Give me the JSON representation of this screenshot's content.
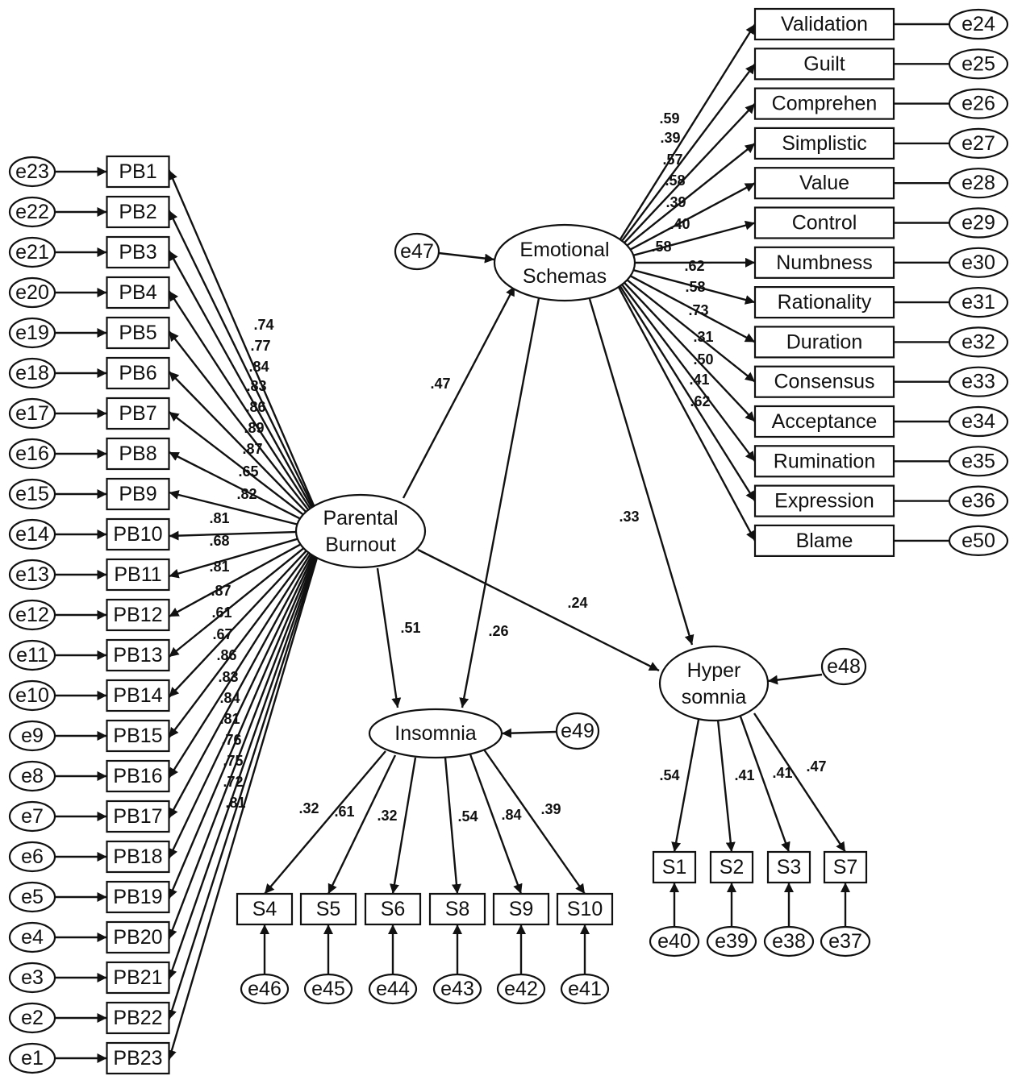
{
  "latents": {
    "pb_line1": "Parental",
    "pb_line2": "Burnout",
    "es_line1": "Emotional",
    "es_line2": "Schemas",
    "ins": "Insomnia",
    "hyp_line1": "Hyper",
    "hyp_line2": "somnia"
  },
  "pb_items": [
    {
      "name": "PB1",
      "err": "e23",
      "coef": ".74"
    },
    {
      "name": "PB2",
      "err": "e22",
      "coef": ".77"
    },
    {
      "name": "PB3",
      "err": "e21",
      "coef": ".84"
    },
    {
      "name": "PB4",
      "err": "e20",
      "coef": ".83"
    },
    {
      "name": "PB5",
      "err": "e19",
      "coef": ".86"
    },
    {
      "name": "PB6",
      "err": "e18",
      "coef": ".89"
    },
    {
      "name": "PB7",
      "err": "e17",
      "coef": ".87"
    },
    {
      "name": "PB8",
      "err": "e16",
      "coef": ".65"
    },
    {
      "name": "PB9",
      "err": "e15",
      "coef": ".82"
    },
    {
      "name": "PB10",
      "err": "e14",
      "coef": ".81"
    },
    {
      "name": "PB11",
      "err": "e13",
      "coef": ".68"
    },
    {
      "name": "PB12",
      "err": "e12",
      "coef": ".81"
    },
    {
      "name": "PB13",
      "err": "e11",
      "coef": ".87"
    },
    {
      "name": "PB14",
      "err": "e10",
      "coef": ".61"
    },
    {
      "name": "PB15",
      "err": "e9",
      "coef": ".67"
    },
    {
      "name": "PB16",
      "err": "e8",
      "coef": ".86"
    },
    {
      "name": "PB17",
      "err": "e7",
      "coef": ".83"
    },
    {
      "name": "PB18",
      "err": "e6",
      "coef": ".84"
    },
    {
      "name": "PB19",
      "err": "e5",
      "coef": ".81"
    },
    {
      "name": "PB20",
      "err": "e4",
      "coef": ".76"
    },
    {
      "name": "PB21",
      "err": "e3",
      "coef": ".75"
    },
    {
      "name": "PB22",
      "err": "e2",
      "coef": ".72"
    },
    {
      "name": "PB23",
      "err": "e1",
      "coef": ".81"
    }
  ],
  "es_items": [
    {
      "name": "Validation",
      "err": "e24",
      "coef": ".59"
    },
    {
      "name": "Guilt",
      "err": "e25",
      "coef": ".39"
    },
    {
      "name": "Comprehen",
      "err": "e26",
      "coef": ".57"
    },
    {
      "name": "Simplistic",
      "err": "e27",
      "coef": ".58"
    },
    {
      "name": "Value",
      "err": "e28",
      "coef": ".39"
    },
    {
      "name": "Control",
      "err": "e29",
      "coef": ".40"
    },
    {
      "name": "Numbness",
      "err": "e30",
      "coef": ".58"
    },
    {
      "name": "Rationality",
      "err": "e31",
      "coef": ".62"
    },
    {
      "name": "Duration",
      "err": "e32",
      "coef": ".58"
    },
    {
      "name": "Consensus",
      "err": "e33",
      "coef": ".73"
    },
    {
      "name": "Acceptance",
      "err": "e34",
      "coef": ".31"
    },
    {
      "name": "Rumination",
      "err": "e35",
      "coef": ".50"
    },
    {
      "name": "Expression",
      "err": "e36",
      "coef": ".41"
    },
    {
      "name": "Blame",
      "err": "e50",
      "coef": ".62"
    }
  ],
  "ins_items": [
    {
      "name": "S4",
      "err": "e46",
      "coef": ".32"
    },
    {
      "name": "S5",
      "err": "e45",
      "coef": ".61"
    },
    {
      "name": "S6",
      "err": "e44",
      "coef": ".32"
    },
    {
      "name": "S8",
      "err": "e43",
      "coef": ".54"
    },
    {
      "name": "S9",
      "err": "e42",
      "coef": ".84"
    },
    {
      "name": "S10",
      "err": "e41",
      "coef": ".39"
    }
  ],
  "hyp_items": [
    {
      "name": "S1",
      "err": "e40",
      "coef": ".54"
    },
    {
      "name": "S2",
      "err": "e39",
      "coef": ".41"
    },
    {
      "name": "S3",
      "err": "e38",
      "coef": ".41"
    },
    {
      "name": "S7",
      "err": "e37",
      "coef": ".47"
    }
  ],
  "disturbances": {
    "es": "e47",
    "ins": "e49",
    "hyp": "e48"
  },
  "paths": {
    "pb_es": ".47",
    "pb_ins": ".51",
    "es_ins": ".26",
    "es_hyp": ".33",
    "pb_hyp": ".24"
  }
}
